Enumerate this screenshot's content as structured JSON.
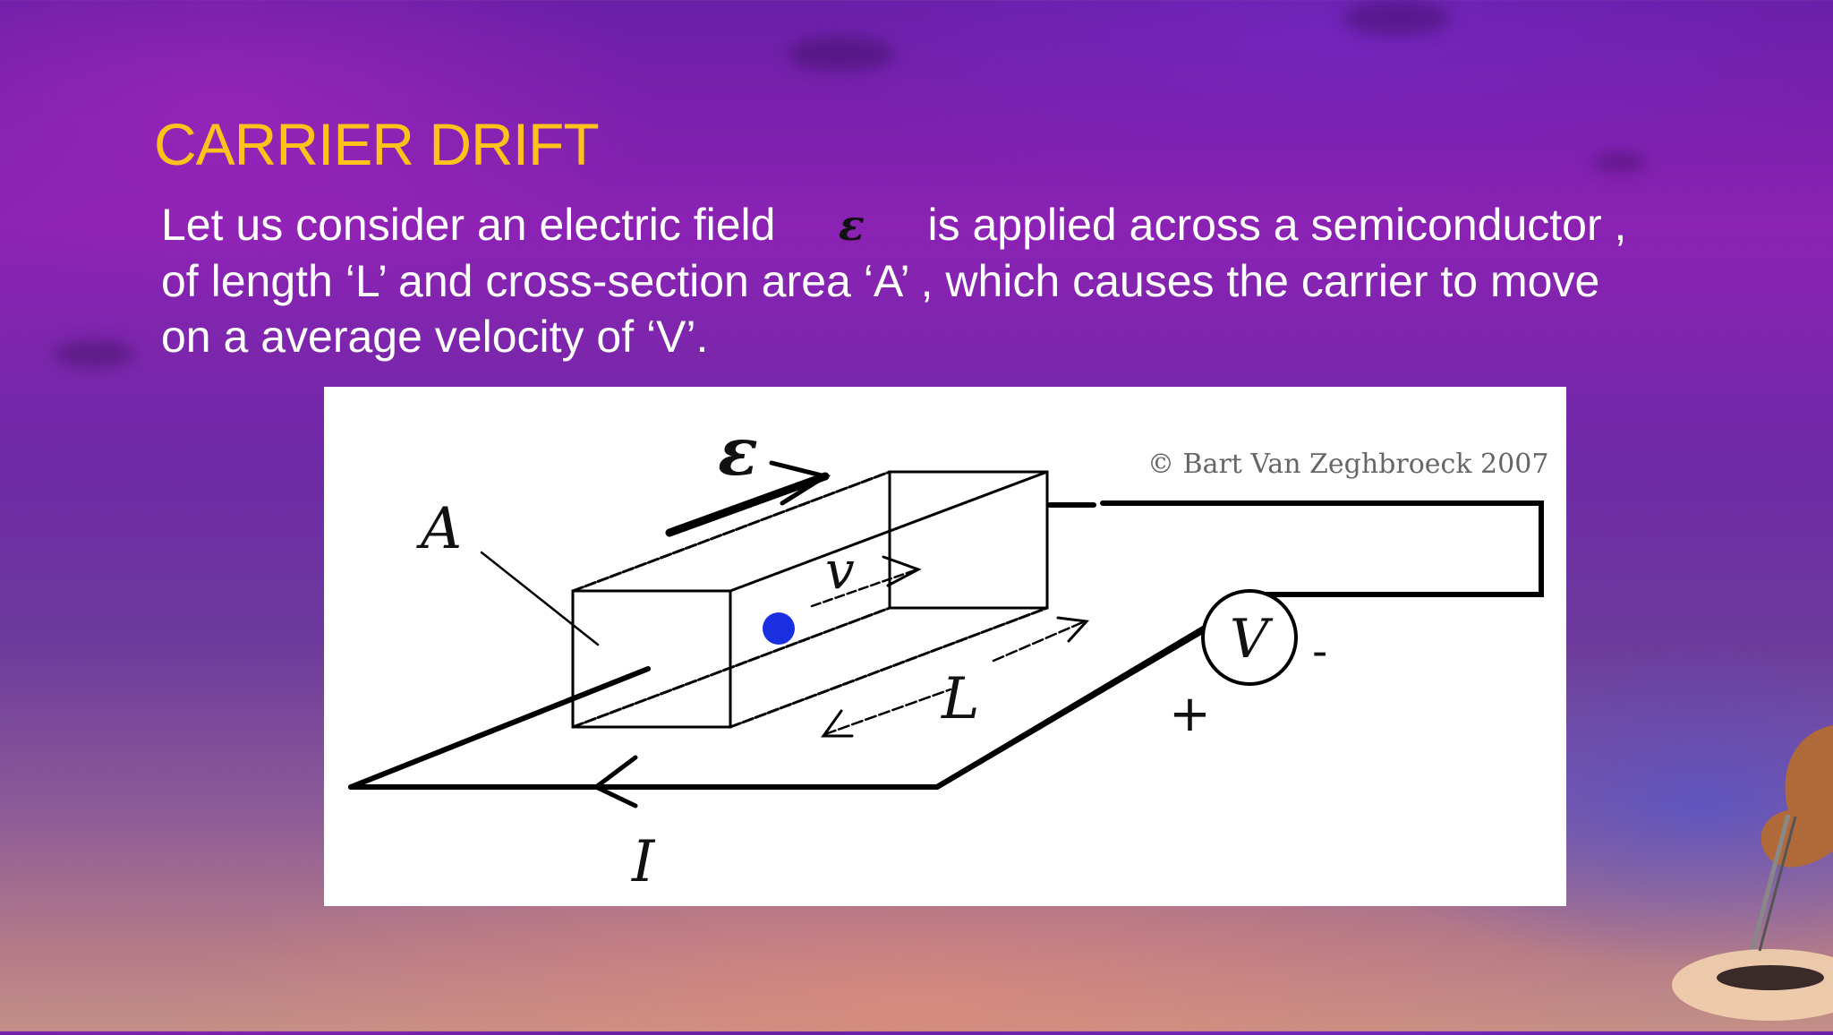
{
  "slide": {
    "title": "CARRIER DRIFT",
    "body_lines": [
      "Let us consider an electric field",
      "is applied across a semiconductor ,",
      "of length ‘L’ and cross-section area ‘A’ , which causes the carrier to move",
      "on a average velocity of ‘V’."
    ],
    "field_symbol": "ε"
  },
  "figure": {
    "copyright": "© Bart Van Zeghbroeck 2007",
    "label_field": "ε",
    "label_area": "A",
    "label_velocity": "v",
    "label_length": "L",
    "label_current": "I",
    "label_voltmeter": "V",
    "label_plus": "+",
    "label_minus": "-"
  }
}
